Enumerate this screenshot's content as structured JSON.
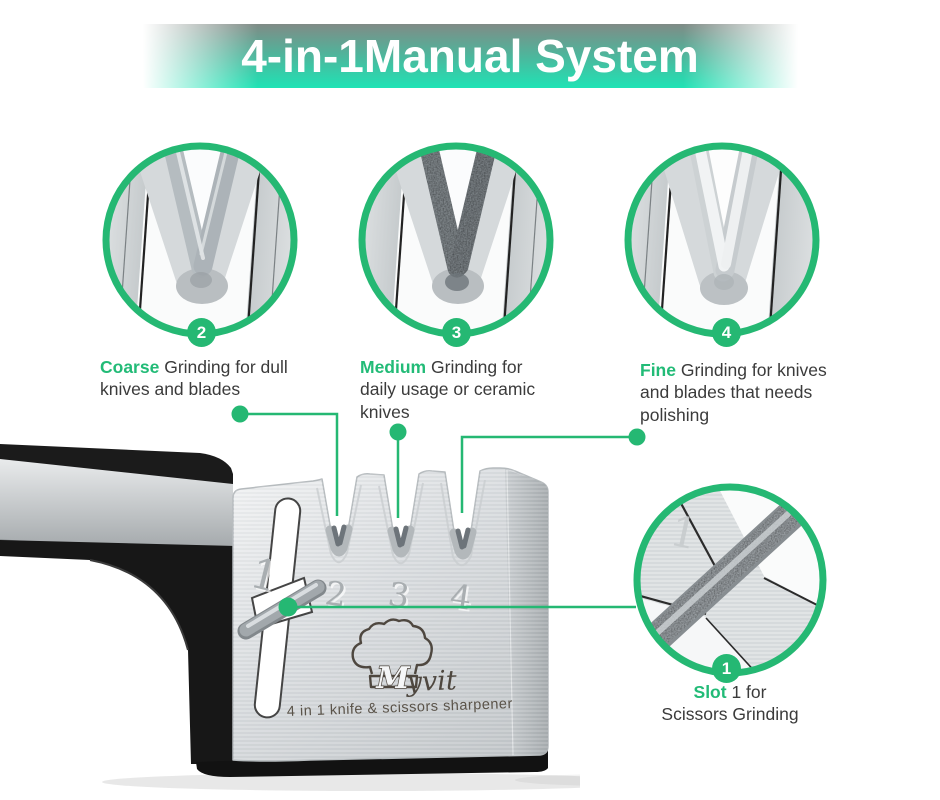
{
  "banner": {
    "title": "4-in-1Manual System"
  },
  "palette": {
    "accent_green": "#25b873",
    "banner_gradient_top": "#7d8a85",
    "banner_gradient_bottom": "#1fe3b5",
    "title_text": "#ffffff",
    "body_text": "#3b3b3b",
    "metal_silver": "#d8dbdd",
    "base_black": "#141414",
    "etched_logo_brown": "#4e473f"
  },
  "features": [
    {
      "badge": "2",
      "keyword": "Coarse",
      "text": "Grinding for dull knives and blades"
    },
    {
      "badge": "3",
      "keyword": "Medium",
      "text": "Grinding for daily usage or ceramic knives"
    },
    {
      "badge": "4",
      "keyword": "Fine",
      "text": "Grinding for knives and blades that needs polishing"
    }
  ],
  "slot_callout": {
    "badge": "1",
    "keyword": "Slot",
    "text": "1 for",
    "line2": "Scissors Grinding"
  },
  "product": {
    "slot_numbers": [
      "1",
      "2",
      "3",
      "4"
    ],
    "brand_initial": "M",
    "brand_name": "yvit",
    "tagline": "4 in 1 knife & scissors sharpener"
  }
}
